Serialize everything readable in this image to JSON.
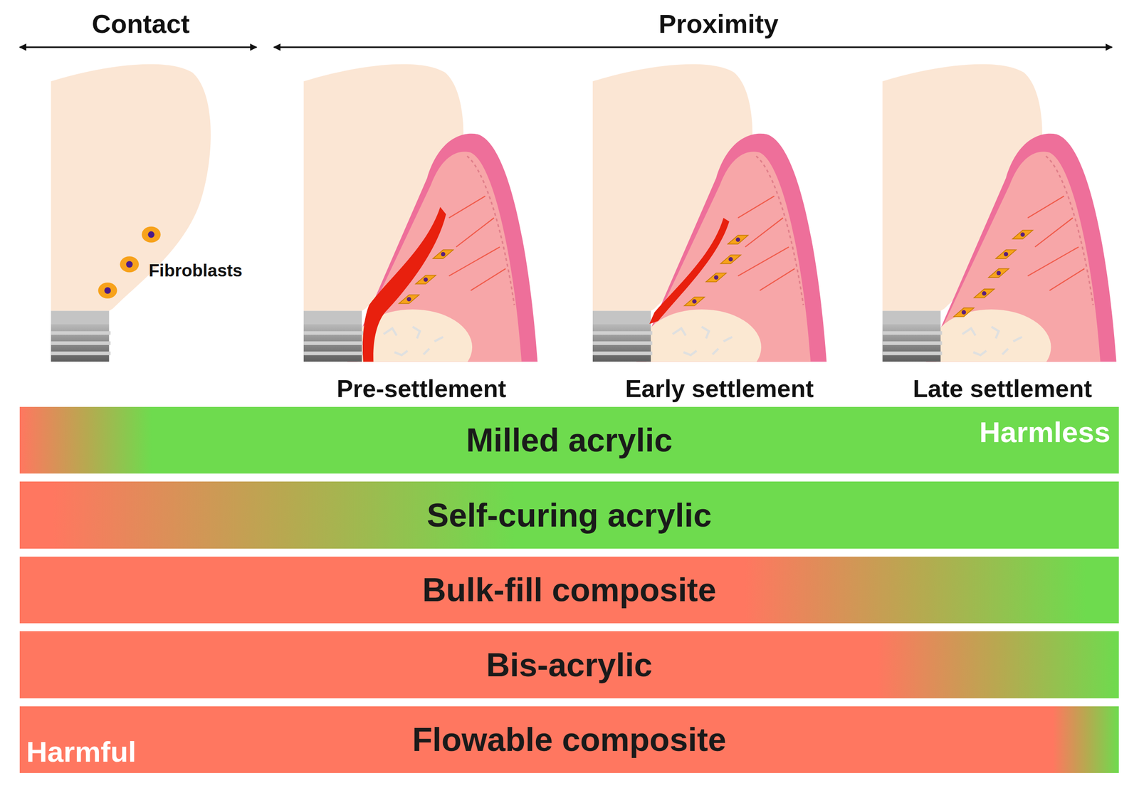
{
  "diagram": {
    "nodes": [
      {
        "text": [
          "Milled acrylic",
          "Harmless"
        ]
      },
      {
        "text": [
          "Self-curing acrylic"
        ]
      },
      {
        "text": [
          "Bulk-fill composite"
        ]
      },
      {
        "text": [
          "Bis-acrylic"
        ]
      },
      {
        "text": [
          "Flowable composite",
          "Harmful"
        ]
      }
    ],
    "labels": [
      "Contact",
      "Proximity",
      "Fibroblasts",
      "Pre-settlement",
      "Early settlement",
      "Late settlement"
    ]
  }
}
